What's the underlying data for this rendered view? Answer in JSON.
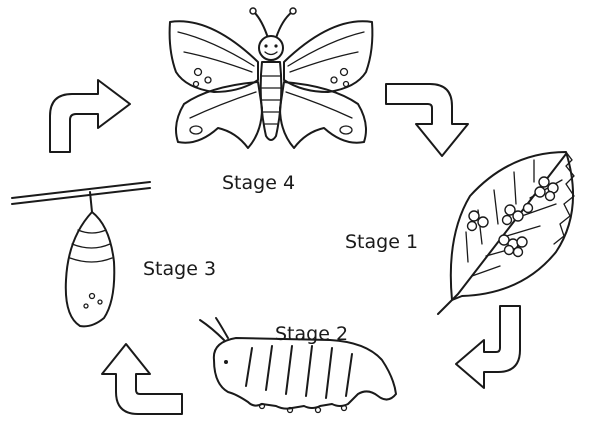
{
  "stages": [
    {
      "label": "Stage 4",
      "subject": "butterfly"
    },
    {
      "label": "Stage 1",
      "subject": "eggs on leaf"
    },
    {
      "label": "Stage 2",
      "subject": "caterpillar"
    },
    {
      "label": "Stage 3",
      "subject": "chrysalis"
    }
  ],
  "colors": {
    "ink": "#1a1a1a",
    "background": "#ffffff"
  }
}
